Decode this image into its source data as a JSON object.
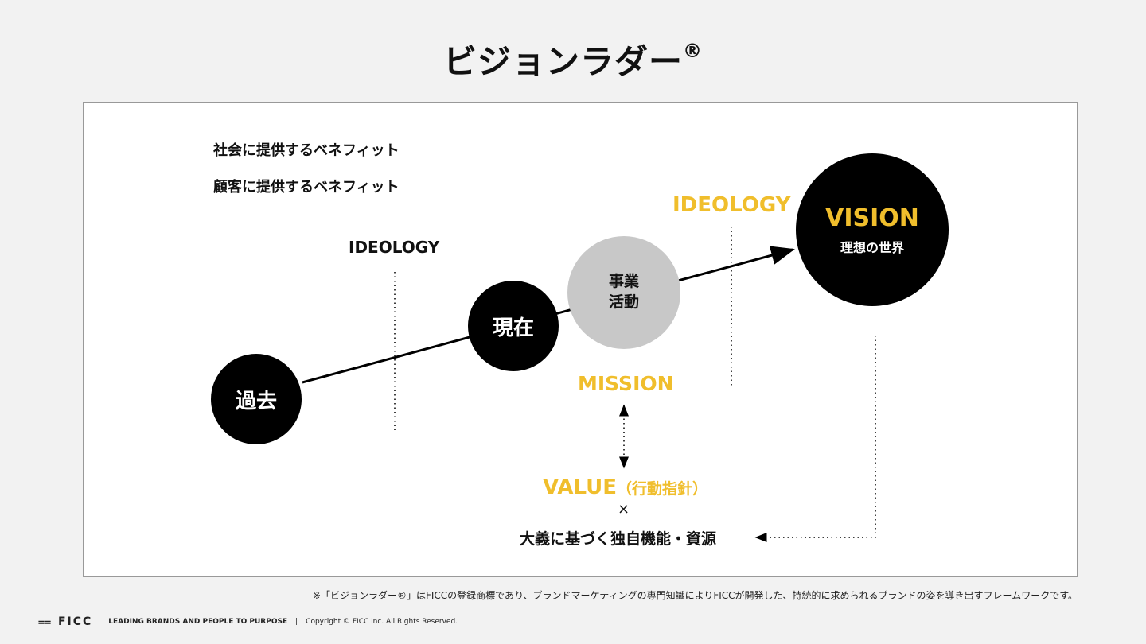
{
  "title": "ビジョンラダー",
  "title_mark": "®",
  "legend": {
    "society": "社会に提供するベネフィット",
    "customer": "顧客に提供するベネフィット"
  },
  "labels": {
    "ideology_left": "IDEOLOGY",
    "ideology_right": "IDEOLOGY",
    "mission": "MISSION",
    "value": "VALUE",
    "value_sub": "（行動指針）",
    "times": "×",
    "resources": "大義に基づく独自機能・資源"
  },
  "nodes": {
    "past": "過去",
    "present": "現在",
    "business_1": "事業",
    "business_2": "活動",
    "vision": "VISION",
    "vision_sub": "理想の世界"
  },
  "colors": {
    "accent": "#f0be2c",
    "node": "#000000",
    "business": "#c8c8c8"
  },
  "note": "※「ビジョンラダー®」はFICCの登録商標であり、ブランドマーケティングの専門知識によりFICCが開発した、持続的に求められるブランドの姿を導き出すフレームワークです。",
  "footer": {
    "logo": "FICC",
    "tagline": "LEADING BRANDS AND PEOPLE TO PURPOSE",
    "divider": "|",
    "copyright": "Copyright © FICC inc. All Rights Reserved."
  }
}
